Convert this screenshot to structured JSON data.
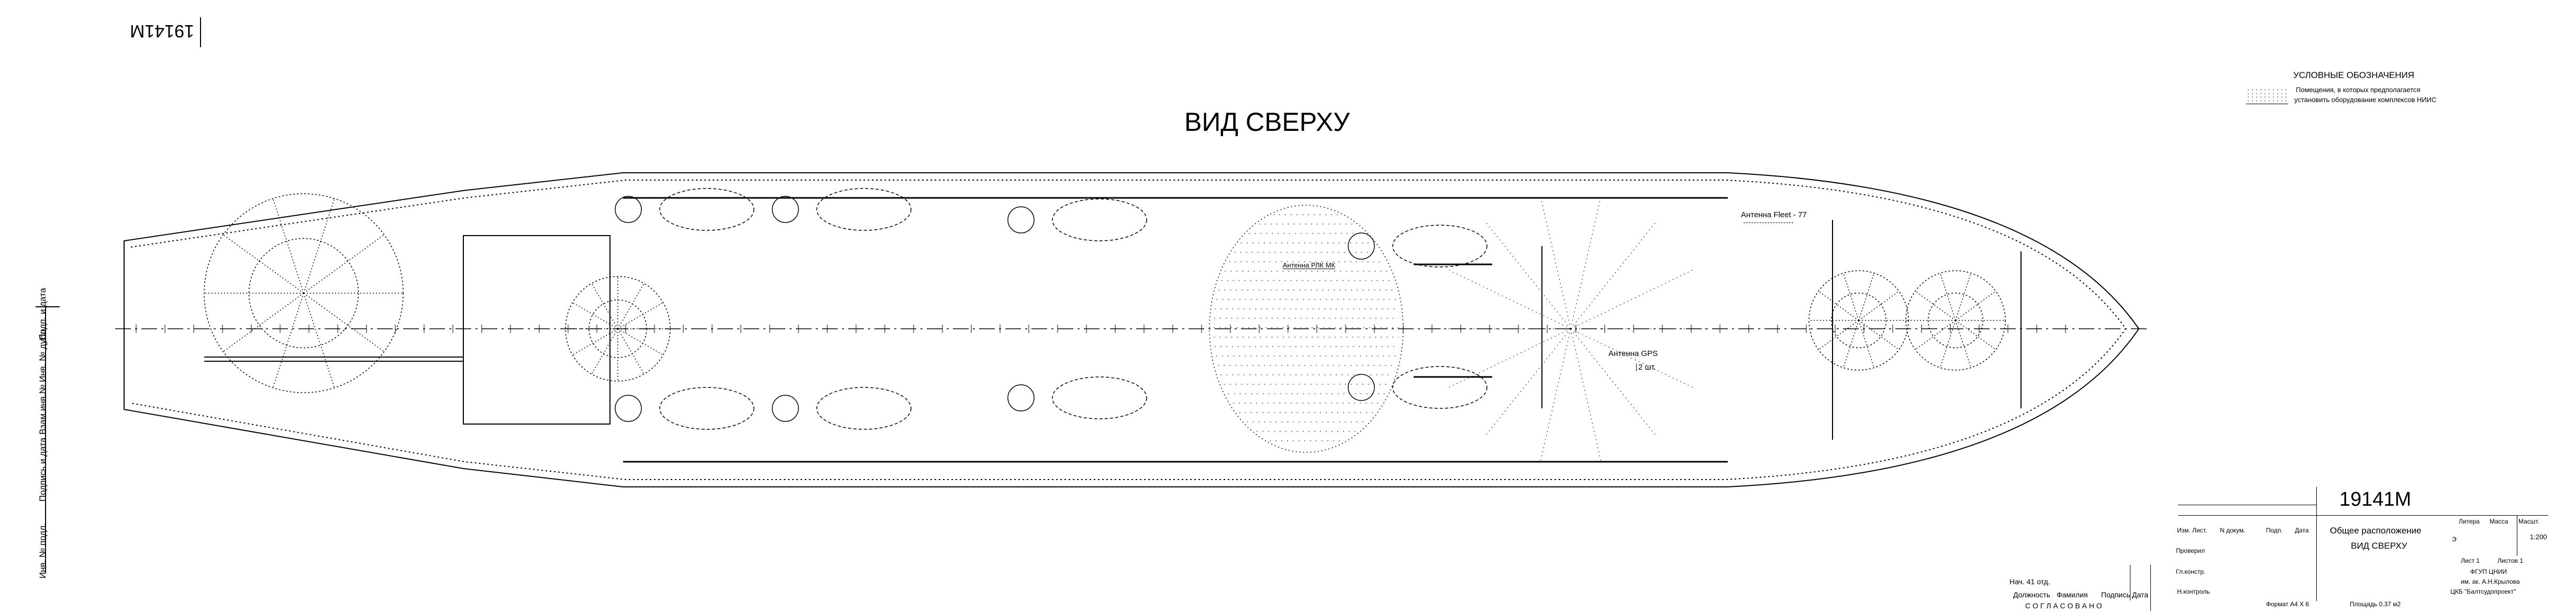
{
  "stamp_top": {
    "code": "19141M"
  },
  "view_title": "ВИД  СВЕРХУ",
  "legend": {
    "heading": "УСЛОВНЫЕ  ОБОЗНАЧЕНИЯ",
    "line1": "Помещения, в которых предполагается",
    "line2": "установить оборудование комплексов НИИС"
  },
  "side_strip": [
    "Инв. № подл.",
    "Подпись и дата",
    "Взам.инв.№",
    "Инв. № дубл.",
    "Подп. и дата"
  ],
  "labels": {
    "rlk": "Антенна РЛК  МК",
    "fleet": "Антенна Fleet - 77",
    "gps": "Антенна GPS",
    "gps_count": "2 шт."
  },
  "approval": {
    "dept": "Нач. 41 отд.",
    "col_position": "Должность",
    "col_name": "Фамилия",
    "col_sign": "Подпись",
    "col_date": "Дата",
    "caption": "С О Г Л А С О В А Н О"
  },
  "title_block": {
    "code": "19141M",
    "cols": {
      "izm": "Изм.",
      "list": "Лист.",
      "doc": "N докум.",
      "sign": "Подп.",
      "date": "Дата"
    },
    "checked": "Проверил",
    "chief": "Гл.констр.",
    "norm": "Н.контроль",
    "name1": "Общее расположение",
    "name2": "ВИД  СВЕРХУ",
    "litera_label": "Литера",
    "mass_label": "Масса",
    "scale_label": "Масшт.",
    "litera": "Э",
    "scale": "1:200",
    "sheet": "Лист  1",
    "sheets": "Листов  1",
    "org1": "ФГУП ЦНИИ",
    "org2": "им. ак.  А.Н.Крылова",
    "org3": "ЦКБ \"Балтсудопроект\"",
    "format": "Формат  А4 Х 6",
    "area": "Площадь 0.37 м2"
  }
}
